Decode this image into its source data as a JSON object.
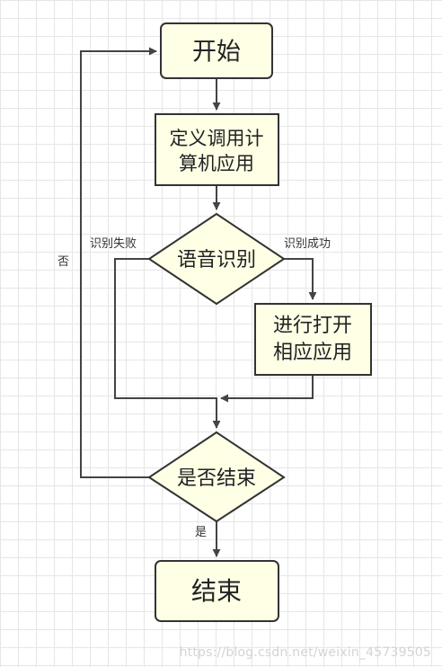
{
  "nodes": {
    "start": {
      "label": "开始"
    },
    "define_call": {
      "line1": "定义调用计",
      "line2": "算机应用"
    },
    "speech_recognition": {
      "label": "语音识别"
    },
    "open_app": {
      "line1": "进行打开",
      "line2": "相应应用"
    },
    "is_end": {
      "label": "是否结束"
    },
    "end": {
      "label": "结束"
    }
  },
  "edge_labels": {
    "recognition_failed": "识别失败",
    "recognition_success": "识别成功",
    "no": "否",
    "yes": "是"
  },
  "watermark": "https://blog.csdn.net/weixin_45739505",
  "colors": {
    "node_fill": "#ffffe6",
    "node_stroke": "#333333",
    "edge": "#444444"
  }
}
